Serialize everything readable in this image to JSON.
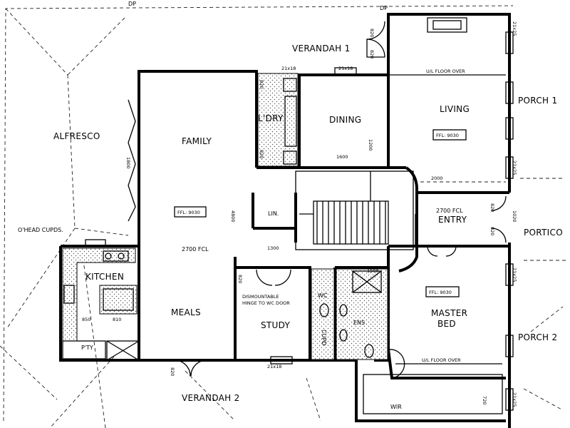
{
  "rooms": {
    "verandah1": "VERANDAH 1",
    "verandah2": "VERANDAH 2",
    "living": "LIVING",
    "porch1": "PORCH 1",
    "porch2": "PORCH 2",
    "portico": "PORTICO",
    "alfresco": "ALFRESCO",
    "family": "FAMILY",
    "ldry": "L'DRY",
    "dining": "DINING",
    "lin": "LIN.",
    "entry": "ENTRY",
    "kitchen": "KITCHEN",
    "meals": "MEALS",
    "study": "STUDY",
    "wc": "WC",
    "ens": "ENS",
    "master_bed_1": "MASTER",
    "master_bed_2": "BED",
    "wir": "WIR",
    "pty": "P'TY",
    "cupd": "CUPD"
  },
  "notes": {
    "dp_left": "DP",
    "dp_right": "DP",
    "ohead_cupds": "O'HEAD CUPDS.",
    "ffl_family": "FFL: 9030",
    "ffl_living": "FFL: 9030",
    "ffl_master": "FFL: 9030",
    "fcl_family": "2700 FCL",
    "fcl_entry": "2700 FCL",
    "floor_over_living": "U/L FLOOR OVER",
    "floor_over_master": "U/L FLOOR OVER",
    "dismountable_1": "DISMOUNTABLE",
    "dismountable_2": "HINGE TO WC DOOR"
  },
  "dims": {
    "d820a": "820",
    "d820b": "820",
    "d820c": "820",
    "d820d": "820",
    "d820e": "820",
    "d820f": "820",
    "d820g": "820",
    "d820h": "820",
    "d2118a": "21x18",
    "d2118b": "21x18",
    "d2118c": "21x18",
    "d1600": "1600",
    "d2000": "2000",
    "d1200": "1200",
    "d1500": "1500",
    "d1800": "1800",
    "d1020": "1020",
    "d4800": "4800",
    "d1300": "1300",
    "d850": "850",
    "d810": "810",
    "d720": "720",
    "d2125a": "21x25",
    "d2125b": "21x25",
    "d2125c": "21x25",
    "d2125d": "21x25"
  }
}
